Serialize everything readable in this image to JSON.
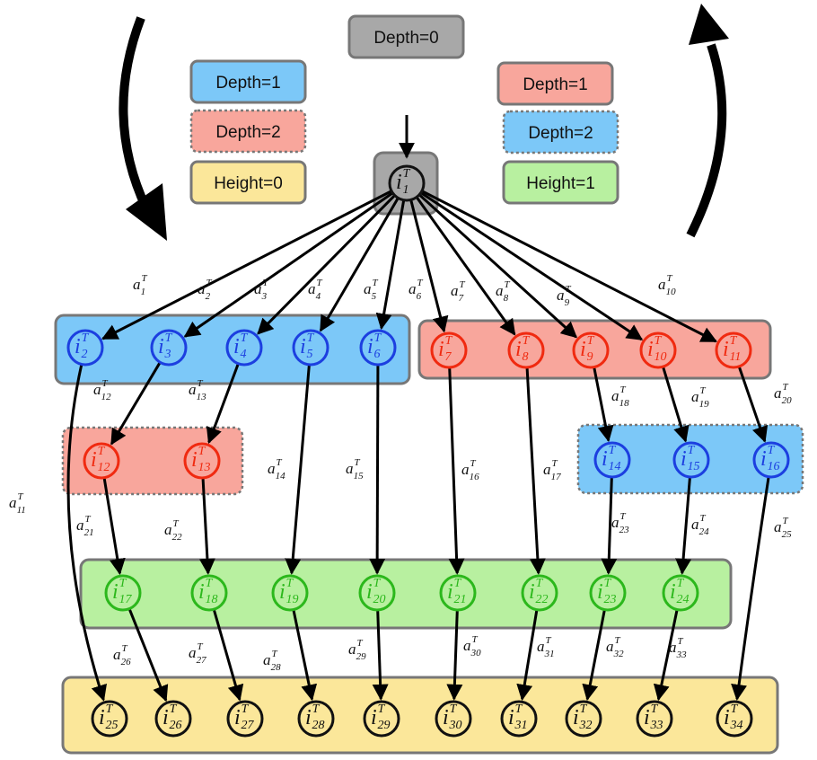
{
  "colors": {
    "blue": "#7cc8f8",
    "blue_stroke": "#1c3fe0",
    "red": "#f8a69c",
    "red_stroke": "#f02a10",
    "green": "#b8f0a0",
    "green_stroke": "#2cb81c",
    "yellow": "#fbe79a",
    "yellow_stroke": "#111111",
    "gray": "#a8a8a8",
    "gray_stroke": "#111111",
    "box_border": "#777777"
  },
  "legend": {
    "depth0": "Depth=0",
    "left": [
      "Depth=1",
      "Depth=2",
      "Height=0"
    ],
    "right": [
      "Depth=1",
      "Depth=2",
      "Height=1"
    ]
  },
  "icons": {
    "left": "down-arrow-icon",
    "right": "up-arrow-icon"
  },
  "node_symbol": "i",
  "node_sup": "T",
  "edge_symbol": "a",
  "edge_sup": "T",
  "nodes": [
    {
      "id": "1",
      "color": "gray"
    },
    {
      "id": "2",
      "color": "blue"
    },
    {
      "id": "3",
      "color": "blue"
    },
    {
      "id": "4",
      "color": "blue"
    },
    {
      "id": "5",
      "color": "blue"
    },
    {
      "id": "6",
      "color": "blue"
    },
    {
      "id": "7",
      "color": "red"
    },
    {
      "id": "8",
      "color": "red"
    },
    {
      "id": "9",
      "color": "red"
    },
    {
      "id": "10",
      "color": "red"
    },
    {
      "id": "11",
      "color": "red"
    },
    {
      "id": "12",
      "color": "red"
    },
    {
      "id": "13",
      "color": "red"
    },
    {
      "id": "14",
      "color": "blue"
    },
    {
      "id": "15",
      "color": "blue"
    },
    {
      "id": "16",
      "color": "blue"
    },
    {
      "id": "17",
      "color": "green"
    },
    {
      "id": "18",
      "color": "green"
    },
    {
      "id": "19",
      "color": "green"
    },
    {
      "id": "20",
      "color": "green"
    },
    {
      "id": "21",
      "color": "green"
    },
    {
      "id": "22",
      "color": "green"
    },
    {
      "id": "23",
      "color": "green"
    },
    {
      "id": "24",
      "color": "green"
    },
    {
      "id": "25",
      "color": "yellow"
    },
    {
      "id": "26",
      "color": "yellow"
    },
    {
      "id": "27",
      "color": "yellow"
    },
    {
      "id": "28",
      "color": "yellow"
    },
    {
      "id": "29",
      "color": "yellow"
    },
    {
      "id": "30",
      "color": "yellow"
    },
    {
      "id": "31",
      "color": "yellow"
    },
    {
      "id": "32",
      "color": "yellow"
    },
    {
      "id": "33",
      "color": "yellow"
    },
    {
      "id": "34",
      "color": "yellow"
    }
  ],
  "edges": [
    {
      "label": "1",
      "from": "1",
      "to": "2"
    },
    {
      "label": "2",
      "from": "1",
      "to": "3"
    },
    {
      "label": "3",
      "from": "1",
      "to": "4"
    },
    {
      "label": "4",
      "from": "1",
      "to": "5"
    },
    {
      "label": "5",
      "from": "1",
      "to": "6"
    },
    {
      "label": "6",
      "from": "1",
      "to": "7"
    },
    {
      "label": "7",
      "from": "1",
      "to": "8"
    },
    {
      "label": "8",
      "from": "1",
      "to": "9"
    },
    {
      "label": "9",
      "from": "1",
      "to": "10"
    },
    {
      "label": "10",
      "from": "1",
      "to": "11"
    },
    {
      "label": "11",
      "from": "2",
      "to": "25"
    },
    {
      "label": "12",
      "from": "3",
      "to": "12"
    },
    {
      "label": "13",
      "from": "4",
      "to": "13"
    },
    {
      "label": "14",
      "from": "5",
      "to": "19"
    },
    {
      "label": "15",
      "from": "6",
      "to": "20"
    },
    {
      "label": "16",
      "from": "7",
      "to": "21"
    },
    {
      "label": "17",
      "from": "8",
      "to": "22"
    },
    {
      "label": "18",
      "from": "9",
      "to": "14"
    },
    {
      "label": "19",
      "from": "10",
      "to": "15"
    },
    {
      "label": "20",
      "from": "11",
      "to": "16"
    },
    {
      "label": "21",
      "from": "12",
      "to": "17"
    },
    {
      "label": "22",
      "from": "13",
      "to": "18"
    },
    {
      "label": "23",
      "from": "14",
      "to": "23"
    },
    {
      "label": "24",
      "from": "15",
      "to": "24"
    },
    {
      "label": "25",
      "from": "16",
      "to": "34"
    },
    {
      "label": "26",
      "from": "17",
      "to": "26"
    },
    {
      "label": "27",
      "from": "18",
      "to": "27"
    },
    {
      "label": "28",
      "from": "19",
      "to": "28"
    },
    {
      "label": "29",
      "from": "20",
      "to": "29"
    },
    {
      "label": "30",
      "from": "21",
      "to": "30"
    },
    {
      "label": "31",
      "from": "22",
      "to": "31"
    },
    {
      "label": "32",
      "from": "23",
      "to": "32"
    },
    {
      "label": "33",
      "from": "24",
      "to": "33"
    }
  ]
}
